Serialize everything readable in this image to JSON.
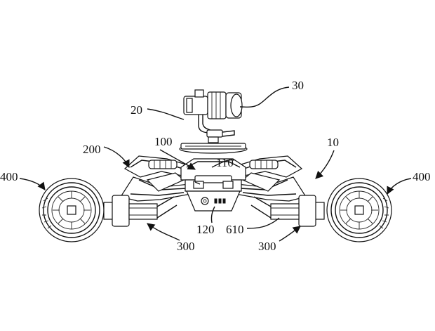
{
  "labels": {
    "l30": "30",
    "l20": "20",
    "l100": "100",
    "l10": "10",
    "l200": "200",
    "l110": "110",
    "l400_left": "400",
    "l400_right": "400",
    "l120": "120",
    "l610": "610",
    "l300_left": "300",
    "l300_right": "300"
  }
}
